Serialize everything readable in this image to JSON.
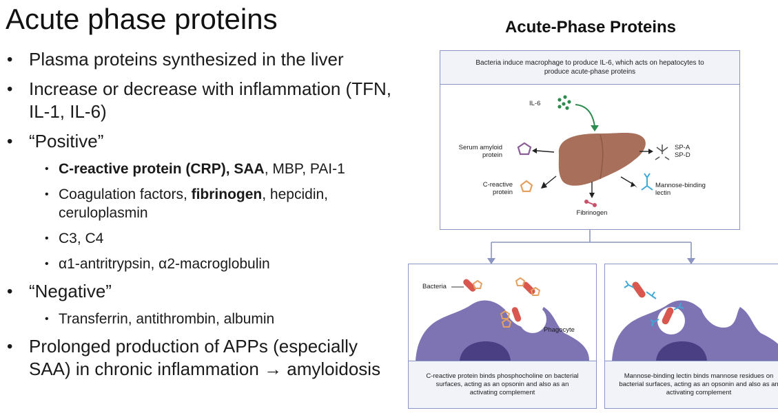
{
  "slide": {
    "title": "Acute phase proteins",
    "bullets": {
      "b1": "Plasma proteins synthesized in the liver",
      "b2": "Increase or decrease with inflammation (TFN, IL-1, IL-6)",
      "b3": "“Positive”",
      "b3_sub1_bold": "C-reactive protein (CRP), SAA",
      "b3_sub1_rest": ", MBP, PAI-1",
      "b3_sub2_pre": "Coagulation factors, ",
      "b3_sub2_bold": "fibrinogen",
      "b3_sub2_post": ", hepcidin, ceruloplasmin",
      "b3_sub3": "C3, C4",
      "b3_sub4": "α1-antritrypsin, α2-macroglobulin",
      "b4": "“Negative”",
      "b4_sub1": "Transferrin, antithrombin, albumin",
      "b5": "Prolonged production of APPs (especially SAA) in chronic inflammation → amyloidosis"
    }
  },
  "figure": {
    "title": "Acute-Phase Proteins",
    "top_caption": "Bacteria induce macrophage to produce IL-6, which acts on hepatocytes to produce acute-phase proteins",
    "labels": {
      "il6": "IL-6",
      "saa": "Serum amyloid protein",
      "crp": "C-reactive protein",
      "fibrinogen": "Fibrinogen",
      "sp": "SP-A SP-D",
      "mbl": "Mannose-binding lectin",
      "bacteria": "Bacteria",
      "phagocyte": "Phagocyte"
    },
    "left_caption": "C-reactive protein binds phosphocholine on bacterial surfaces, acting as an opsonin and also as an activating complement",
    "right_caption": "Mannose-binding lectin binds mannose residues on bacterial surfaces, acting as an opsonin and also as an activating complement",
    "colors": {
      "border": "#8a95c4",
      "liver": "#a8705a",
      "phagocyte": "#7e74b4",
      "bacteria": "#d9574f",
      "crp": "#e3a062",
      "mbl": "#3fa8d6",
      "il6": "#2e8b4f",
      "saa": "#8a5d97"
    }
  }
}
